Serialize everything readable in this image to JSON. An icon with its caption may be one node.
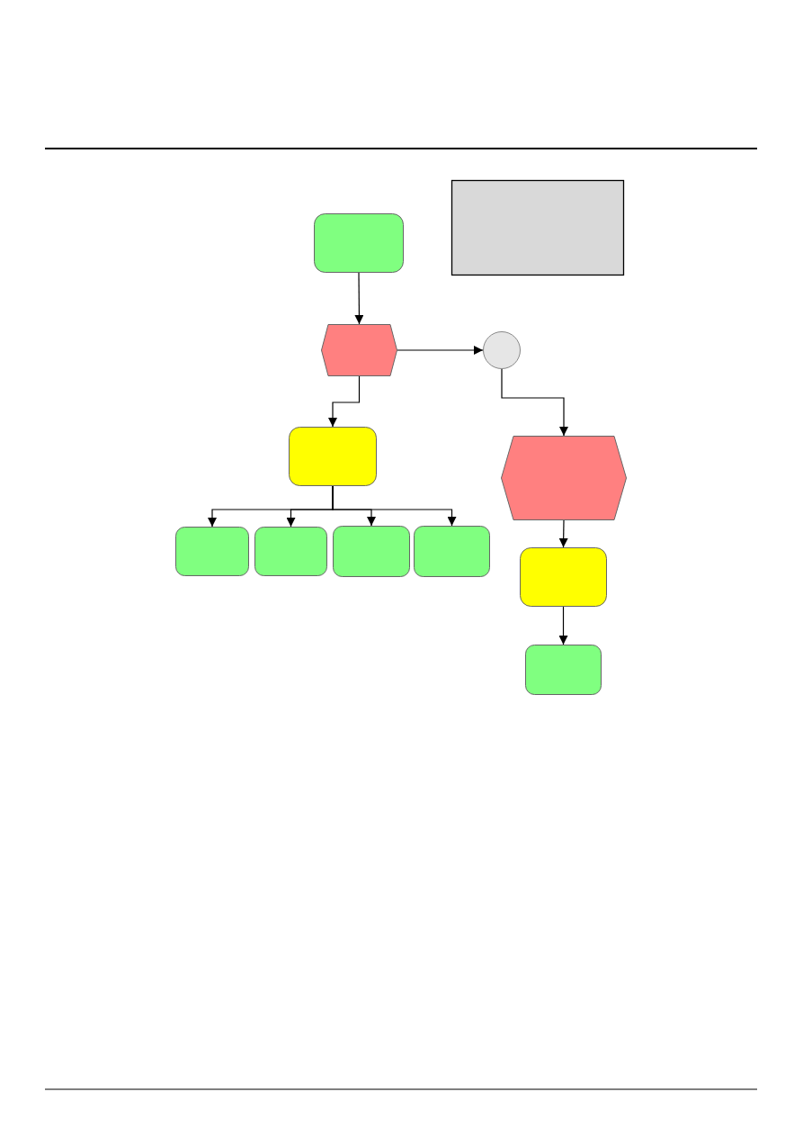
{
  "diagram": {
    "nodes": [
      {
        "text": [],
        "shape": "box"
      },
      {
        "text": [],
        "shape": "box"
      },
      {
        "text": [],
        "shape": "hexagon"
      },
      {
        "text": [],
        "shape": "circle"
      },
      {
        "text": [],
        "shape": "box"
      },
      {
        "text": [],
        "shape": "hexagon"
      },
      {
        "text": [],
        "shape": "box"
      },
      {
        "text": [],
        "shape": "box"
      },
      {
        "text": [],
        "shape": "box"
      },
      {
        "text": [],
        "shape": "box"
      },
      {
        "text": [],
        "shape": "box"
      },
      {
        "text": [],
        "shape": "box"
      }
    ],
    "edges": [
      {
        "from": 0,
        "to": 2,
        "arrow": "to"
      },
      {
        "from": 2,
        "to": 3,
        "arrow": "to"
      },
      {
        "from": 2,
        "to": 4,
        "arrow": "to"
      },
      {
        "from": 3,
        "to": 5,
        "arrow": "to"
      },
      {
        "from": 4,
        "to": 6,
        "arrow": "to"
      },
      {
        "from": 4,
        "to": 7,
        "arrow": "to"
      },
      {
        "from": 4,
        "to": 8,
        "arrow": "to"
      },
      {
        "from": 4,
        "to": 9,
        "arrow": "to"
      },
      {
        "from": 5,
        "to": 10,
        "arrow": "to"
      },
      {
        "from": 10,
        "to": 11,
        "arrow": "to"
      }
    ]
  }
}
